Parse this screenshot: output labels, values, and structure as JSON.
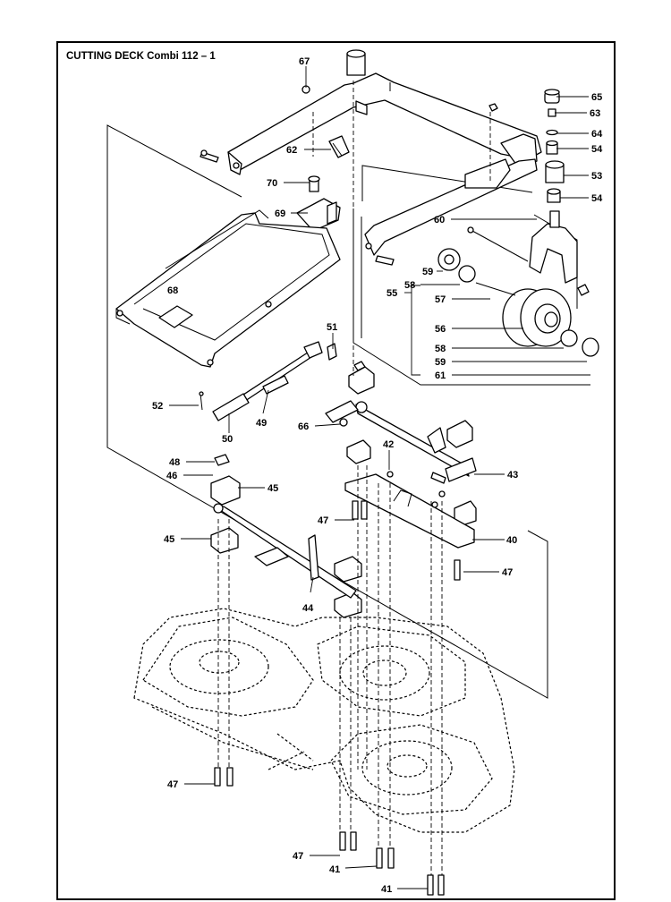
{
  "title": "CUTTING DECK Combi 112 – 1",
  "callouts": [
    {
      "id": "67",
      "label": "67"
    },
    {
      "id": "65",
      "label": "65"
    },
    {
      "id": "63",
      "label": "63"
    },
    {
      "id": "64",
      "label": "64"
    },
    {
      "id": "54a",
      "label": "54"
    },
    {
      "id": "53",
      "label": "53"
    },
    {
      "id": "54b",
      "label": "54"
    },
    {
      "id": "62",
      "label": "62"
    },
    {
      "id": "70",
      "label": "70"
    },
    {
      "id": "69",
      "label": "69"
    },
    {
      "id": "60",
      "label": "60"
    },
    {
      "id": "59a",
      "label": "59"
    },
    {
      "id": "58a",
      "label": "58"
    },
    {
      "id": "55",
      "label": "55"
    },
    {
      "id": "57",
      "label": "57"
    },
    {
      "id": "68",
      "label": "68"
    },
    {
      "id": "56",
      "label": "56"
    },
    {
      "id": "51",
      "label": "51"
    },
    {
      "id": "58b",
      "label": "58"
    },
    {
      "id": "59b",
      "label": "59"
    },
    {
      "id": "61",
      "label": "61"
    },
    {
      "id": "52",
      "label": "52"
    },
    {
      "id": "49",
      "label": "49"
    },
    {
      "id": "66",
      "label": "66"
    },
    {
      "id": "50",
      "label": "50"
    },
    {
      "id": "42",
      "label": "42"
    },
    {
      "id": "48",
      "label": "48"
    },
    {
      "id": "43",
      "label": "43"
    },
    {
      "id": "46",
      "label": "46"
    },
    {
      "id": "45a",
      "label": "45"
    },
    {
      "id": "47a",
      "label": "47"
    },
    {
      "id": "45b",
      "label": "45"
    },
    {
      "id": "40",
      "label": "40"
    },
    {
      "id": "47b",
      "label": "47"
    },
    {
      "id": "44",
      "label": "44"
    },
    {
      "id": "47c",
      "label": "47"
    },
    {
      "id": "47d",
      "label": "47"
    },
    {
      "id": "41a",
      "label": "41"
    },
    {
      "id": "41b",
      "label": "41"
    }
  ]
}
